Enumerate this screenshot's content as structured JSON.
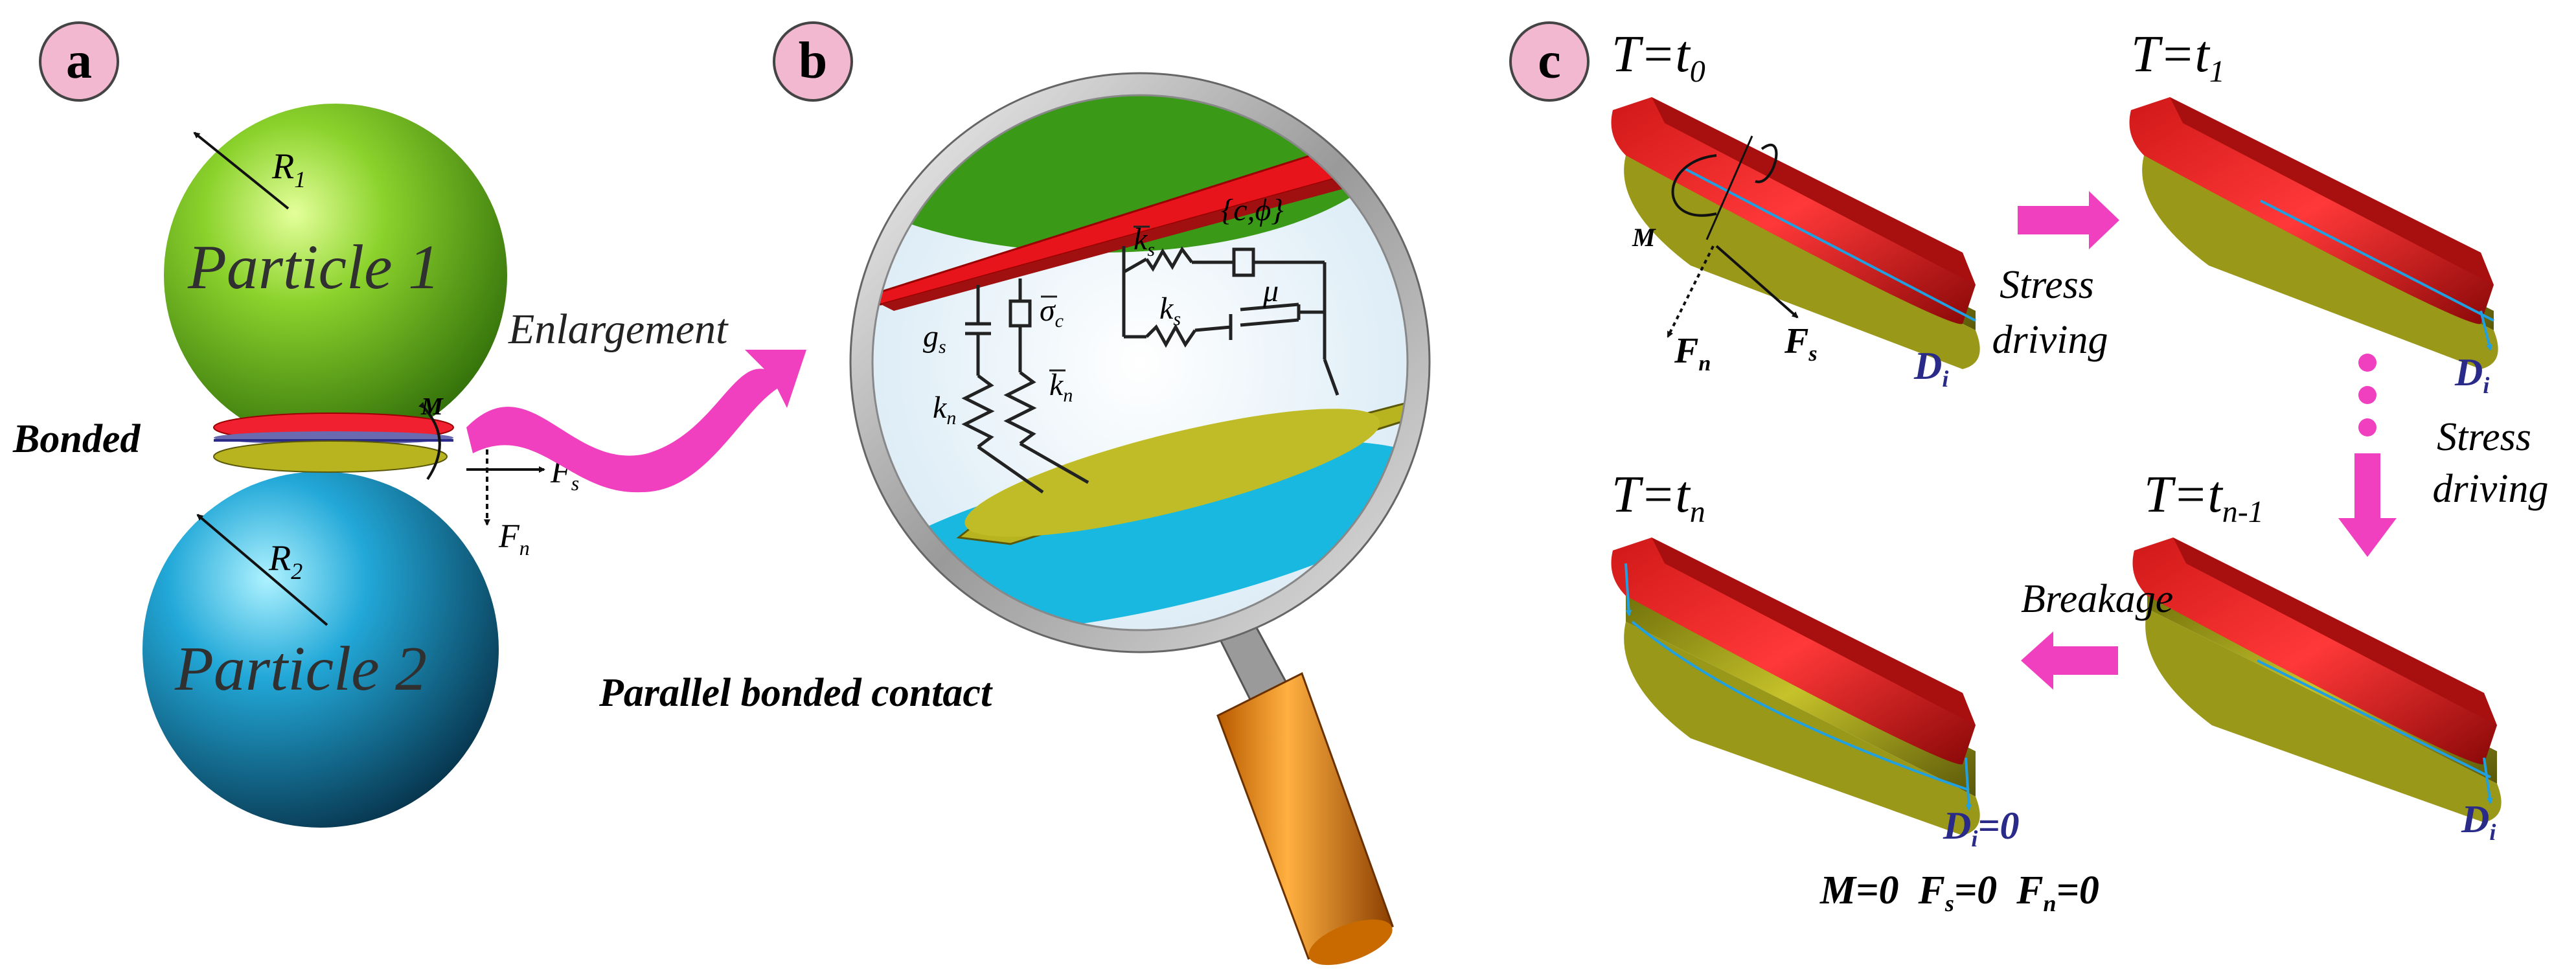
{
  "panel_labels": {
    "a": "a",
    "b": "b",
    "c": "c"
  },
  "panel_a": {
    "particle1": "Particle 1",
    "particle2": "Particle 2",
    "r1": "R",
    "r1_sub": "1",
    "r2": "R",
    "r2_sub": "2",
    "bonded": "Bonded",
    "moment": "M",
    "fs": "F",
    "fs_sub": "s",
    "fn": "F",
    "fn_sub": "n",
    "enlargement": "Enlargement"
  },
  "panel_b": {
    "gs": "g",
    "gs_sub": "s",
    "sigma_c": "σ",
    "sigma_c_sub": "c",
    "kn_left": "k",
    "kn_left_sub": "n",
    "kn_right": "k",
    "kn_right_sub": "n",
    "ks_top": "k",
    "ks_top_sub": "s",
    "ks_mid": "k",
    "ks_mid_sub": "s",
    "c_phi": "{c,ϕ}",
    "mu": "μ",
    "caption": "Parallel bonded contact"
  },
  "panel_c": {
    "t0": "T=t",
    "t0_sub": "0",
    "t1": "T=t",
    "t1_sub": "1",
    "tn": "T=t",
    "tn_sub": "n",
    "tn1": "T=t",
    "tn1_sub": "n-1",
    "stress_driving_1a": "Stress",
    "stress_driving_1b": "driving",
    "stress_driving_2a": "Stress",
    "stress_driving_2b": "driving",
    "breakage": "Breakage",
    "di": "D",
    "di_sub": "i",
    "di_zero_sub": "i",
    "di_zero_val": "=0",
    "m_label": "M",
    "fs": "F",
    "fs_sub": "s",
    "fn": "F",
    "fn_sub": "n",
    "final_m": "M=0",
    "final_fs": "F",
    "final_fs_sub": "s",
    "final_fs_val": "=0",
    "final_fn": "F",
    "final_fn_sub": "n",
    "final_fn_val": "=0"
  },
  "colors": {
    "green": "#7cc42a",
    "blue": "#1590c0",
    "red": "#e8141c",
    "olive": "#a8a418",
    "magenta": "#f040c0",
    "navy": "#2a2a88",
    "label_bg": "#f2b8cf",
    "orange": "#e88a10"
  }
}
